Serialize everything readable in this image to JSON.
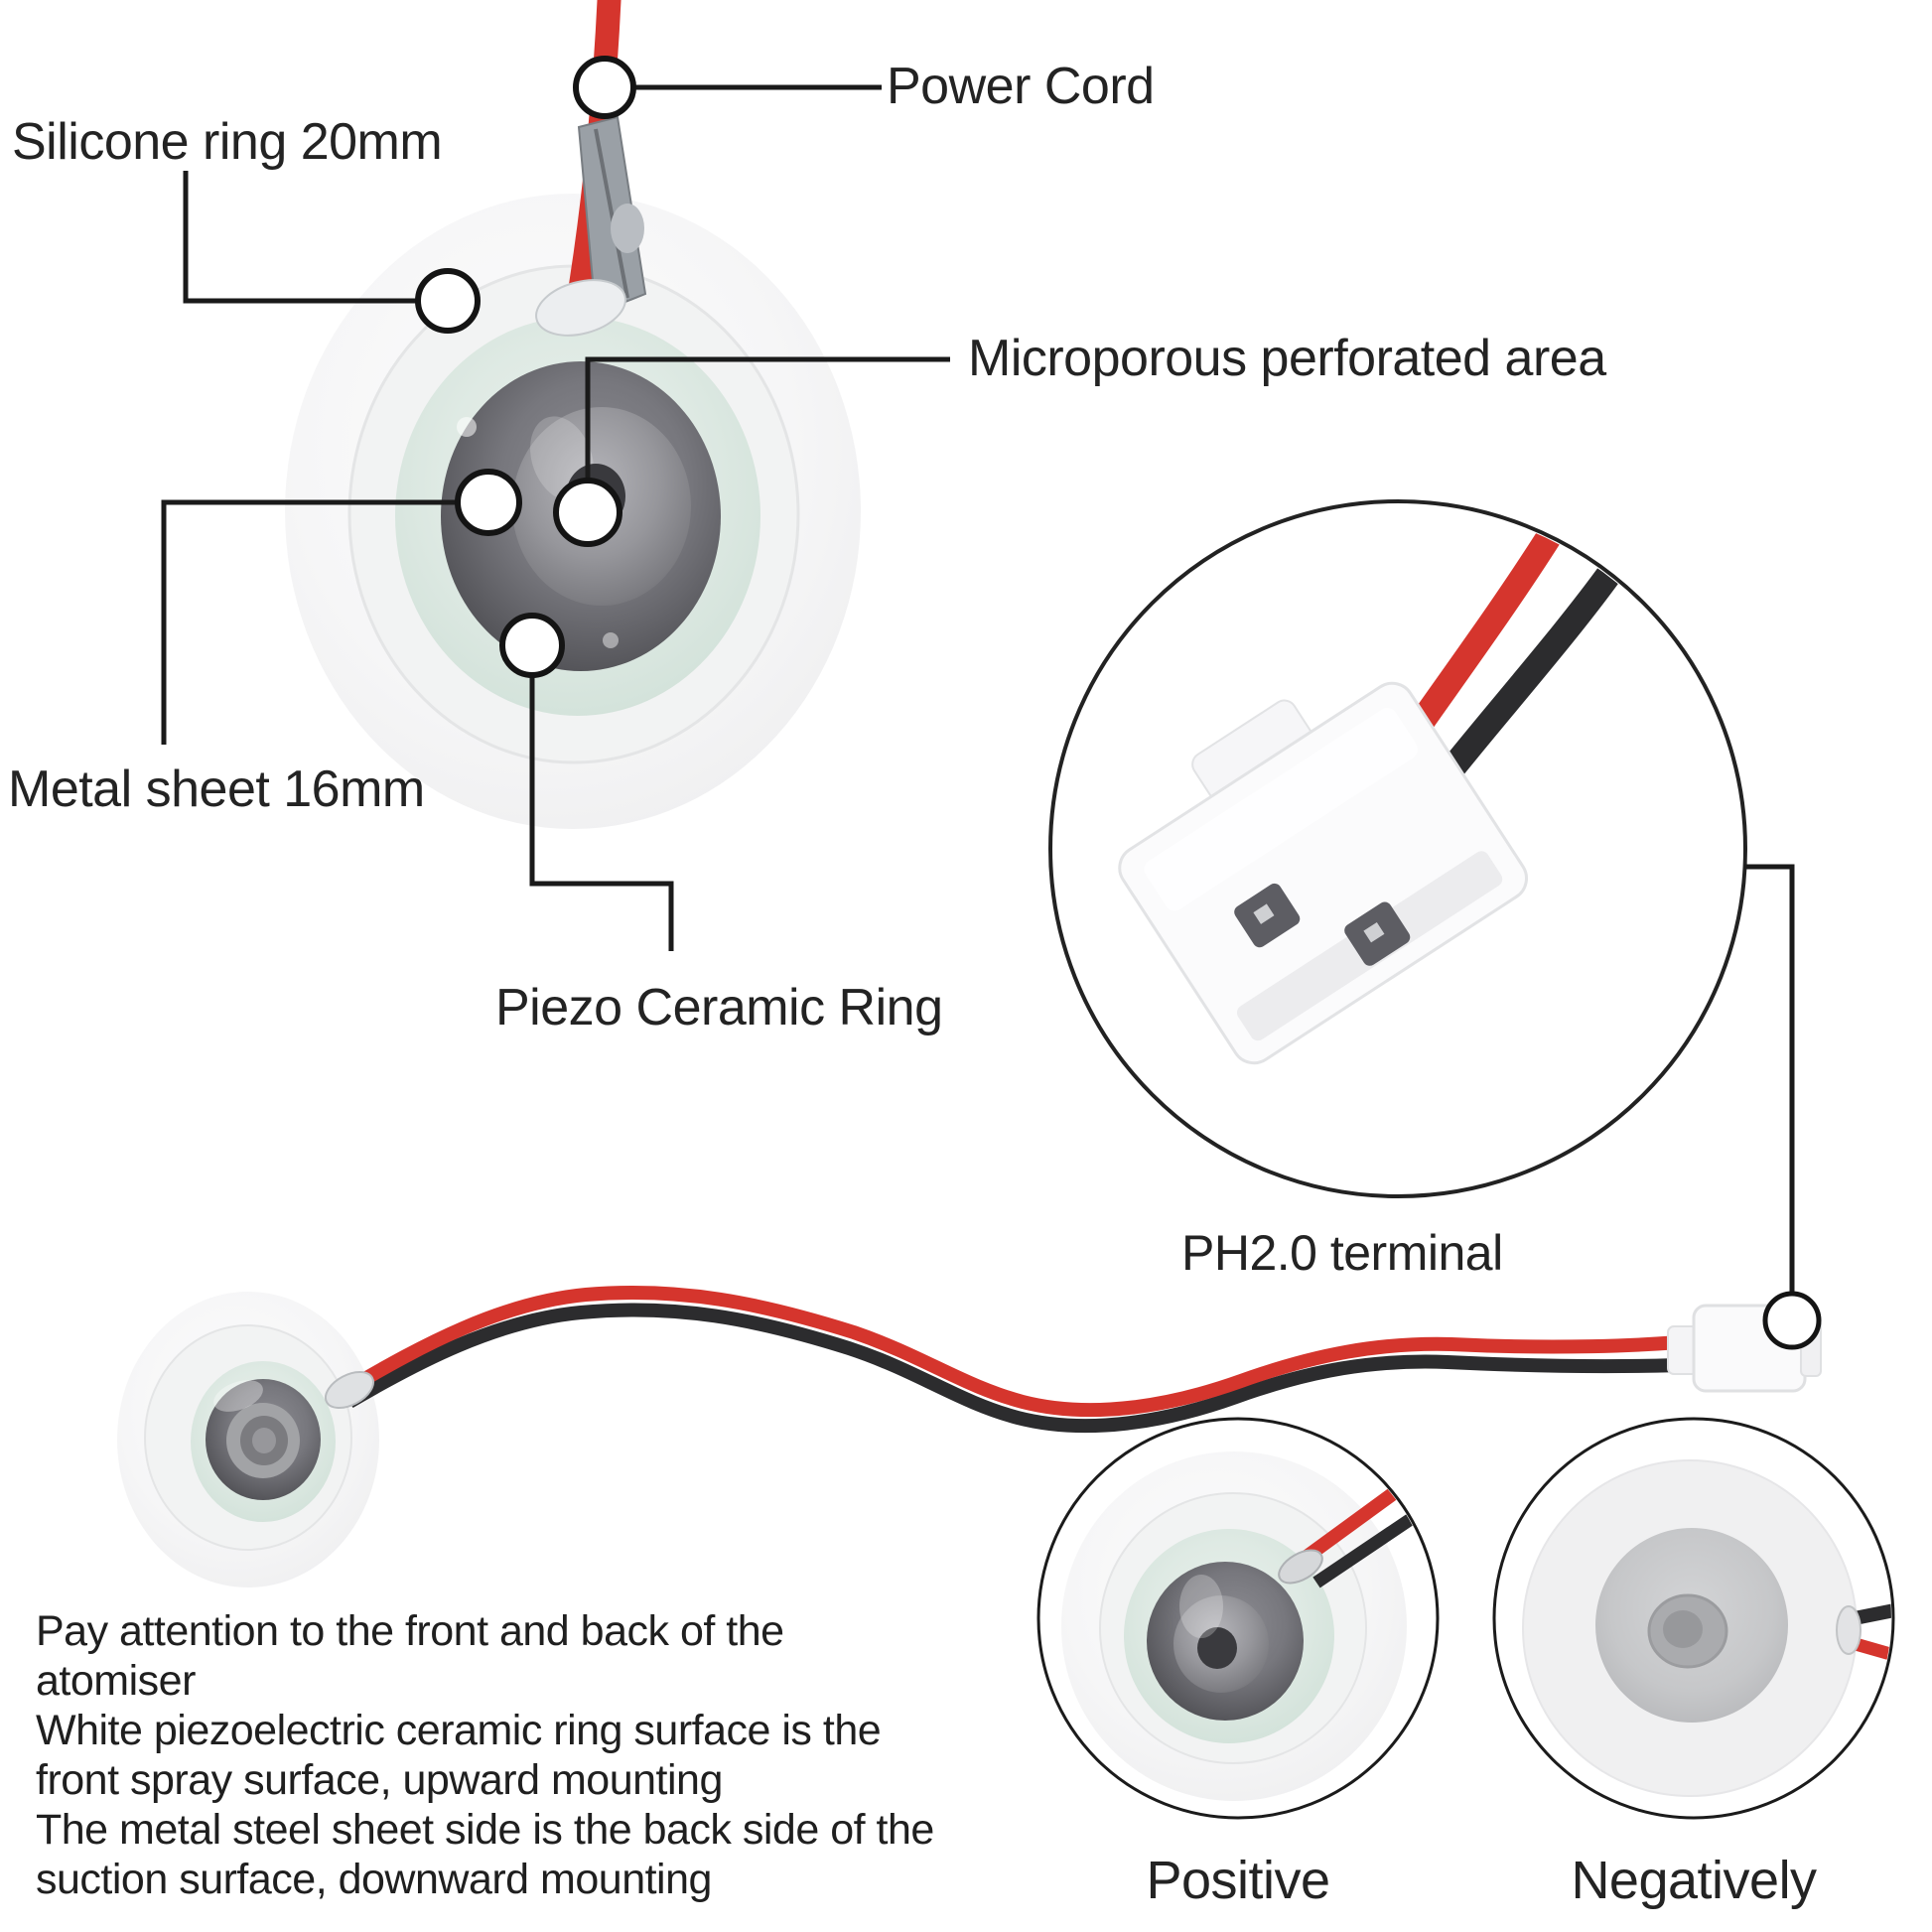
{
  "annotations": {
    "silicone_ring": {
      "label": "Silicone ring 20mm"
    },
    "power_cord": {
      "label": "Power Cord"
    },
    "microporous": {
      "label": "Microporous perforated area"
    },
    "metal_sheet": {
      "label": "Metal sheet 16mm"
    },
    "piezo_ring": {
      "label": "Piezo Ceramic Ring"
    }
  },
  "terminal": {
    "label": "PH2.0 terminal"
  },
  "polarity": {
    "positive_label": "Positive",
    "negative_label": "Negatively"
  },
  "note": {
    "lines": [
      "Pay attention to the front and back of the",
      "atomiser",
      "White piezoelectric ceramic ring surface is the",
      "front spray surface, upward mounting",
      "The metal steel sheet side is the back side of the",
      "suction surface, downward mounting"
    ]
  },
  "colors": {
    "background": "#ffffff",
    "wire_red": "#d5352d",
    "wire_black": "#2c2c2e",
    "ceramic_mint": "#dfeae4",
    "metal_gray": "#5a5a5f",
    "disc_white": "#f4f4f5",
    "negative_back_gray": "#c6c7c9",
    "connector_white": "#fafafb",
    "callout_line": "#1a1a1a",
    "text": "#232323"
  }
}
